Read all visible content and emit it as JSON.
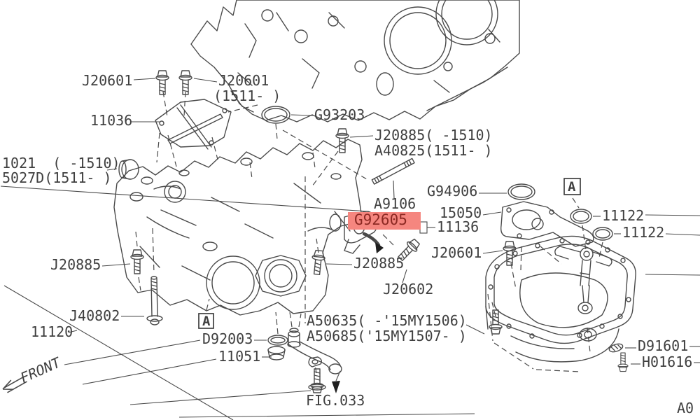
{
  "page": {
    "code": "A0"
  },
  "colors": {
    "line": "#4a4a4a",
    "text": "#3f3f3f",
    "highlight_bg": "#f5867f",
    "highlight_text": "#8c2923"
  },
  "markers": {
    "section": "A",
    "front": "FRONT",
    "figure_ref": "FIG.033"
  },
  "labels": {
    "j20601_top_left": "J20601",
    "j20601_top_right": "J20601",
    "j20601_top_right_range": "(1511- )",
    "p11036": "11036",
    "g93203": "G93203",
    "j20885_range": "J20885( -1510)",
    "a40825": "A40825(1511- )",
    "p1021": "1021  ( -1510)",
    "p5027d": "5027D(1511- )",
    "a9106": "A9106",
    "g92605": "G92605",
    "p11136": "11136",
    "g94906": "G94906",
    "p15050": "15050",
    "j20601_right": "J20601",
    "j20885_left": "J20885",
    "j20885_mid": "J20885",
    "j20602": "J20602",
    "j40802": "J40802",
    "p11120": "11120",
    "d92003": "D92003",
    "p11051": "11051",
    "a50635": "A50635( -'15MY1506)",
    "a50685": "A50685('15MY1507- )",
    "p11122_upper": "11122",
    "p11122_lower": "11122",
    "d91601": "D91601",
    "h01616": "H01616"
  },
  "highlight": {
    "part": "G92605"
  }
}
